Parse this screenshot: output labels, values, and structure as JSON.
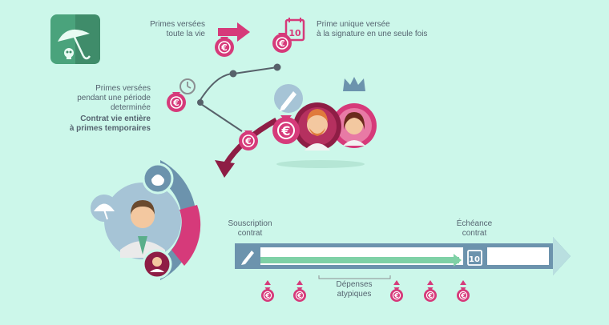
{
  "labels": {
    "primes_vie_1": "Primes versées",
    "primes_vie_2": "toute la vie",
    "prime_unique_1": "Prime unique versée",
    "prime_unique_2": "à la signature en une seule fois",
    "primes_periode_1": "Primes versées",
    "primes_periode_2": "pendant une période",
    "primes_periode_3": "determinée",
    "contrat_1": "Contrat vie entière",
    "contrat_2": "à primes temporaires",
    "souscription_1": "Souscription",
    "souscription_2": "contrat",
    "echeance_1": "Échéance",
    "echeance_2": "contrat",
    "depenses_1": "Dépenses",
    "depenses_2": "atypiques"
  },
  "icons": {
    "currency": "€",
    "calendar_day": "10"
  },
  "colors": {
    "background": "#ccf7ea",
    "magenta": "#d63a7a",
    "dark_red": "#8e1d45",
    "steel_blue": "#6c93ad",
    "light_blue": "#a6c4d6",
    "green": "#5aae8a",
    "timeline_green": "#7fd1a6",
    "gray_line": "#57616a"
  }
}
